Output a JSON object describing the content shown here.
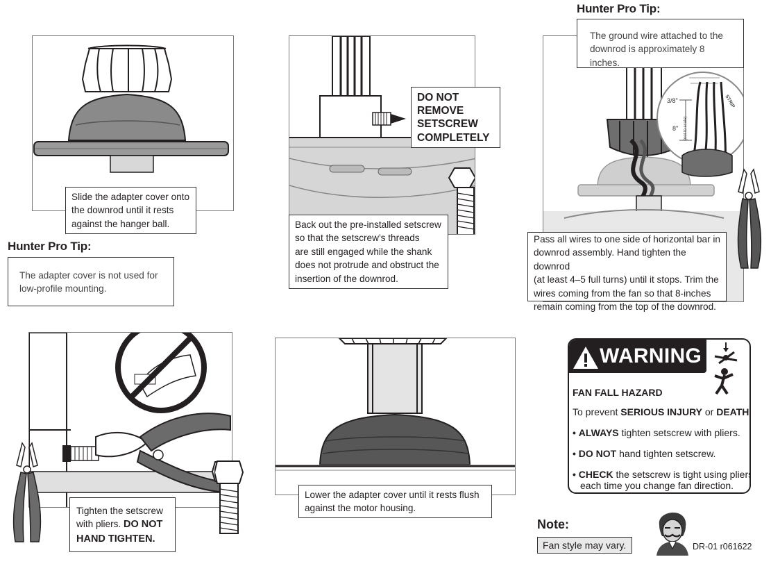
{
  "panel1": {
    "caption_lines": [
      "Slide the adapter cover onto",
      "the downrod until it rests",
      "against the hanger ball."
    ]
  },
  "tip_left": {
    "heading": "Hunter Pro Tip:",
    "lines": [
      "The adapter cover is not used for",
      "low-profile mounting."
    ]
  },
  "panel2": {
    "callout_lines": [
      "DO NOT",
      "REMOVE",
      "SETSCREW",
      "COMPLETELY"
    ],
    "caption_lines": [
      "Back out the pre-installed setscrew",
      "so that the setscrew’s threads",
      "are still engaged while the shank",
      "does not protrude and obstruct the",
      "insertion of the downrod."
    ]
  },
  "tip_right": {
    "heading": "Hunter Pro Tip:",
    "lines": [
      "The ground wire attached to the",
      "downrod is approximately 8 inches."
    ]
  },
  "panel3": {
    "dimension_small": "3/8\"",
    "dimension_large": "8\"",
    "scale_note": "(not to scale)",
    "strip_label": "STRIP",
    "caption_lines": [
      "Pass all wires to one side of horizontal bar in",
      "downrod assembly. Hand tighten the downrod",
      "(at least 4–5 full turns) until it stops. Trim the",
      "wires coming from the fan so that 8-inches",
      "remain coming from the top of the downrod."
    ]
  },
  "panel4": {
    "caption_line1": "Tighten the setscrew",
    "caption_line2_normal": "with pliers. ",
    "caption_line2_bold": "DO NOT",
    "caption_line3_bold": "HAND TIGHTEN."
  },
  "panel5": {
    "caption_lines": [
      "Lower the adapter cover until it rests flush",
      "against the motor housing."
    ]
  },
  "warning": {
    "title": "WARNING",
    "hazard": "FAN FALL HAZARD",
    "intro_prefix": "To prevent ",
    "intro_bold1": "SERIOUS INJURY",
    "intro_mid": " or ",
    "intro_bold2": "DEATH:",
    "bullets": [
      {
        "bold": "ALWAYS",
        "text": " tighten setscrew with pliers."
      },
      {
        "bold": "DO NOT",
        "text": " hand tighten setscrew."
      },
      {
        "bold": "CHECK",
        "text": " the setscrew is tight using pliers"
      }
    ],
    "bullet3_line2": "each time you change fan direction."
  },
  "note": {
    "heading": "Note:",
    "text": "Fan style may vary."
  },
  "doc_code": "DR-01 r061622"
}
